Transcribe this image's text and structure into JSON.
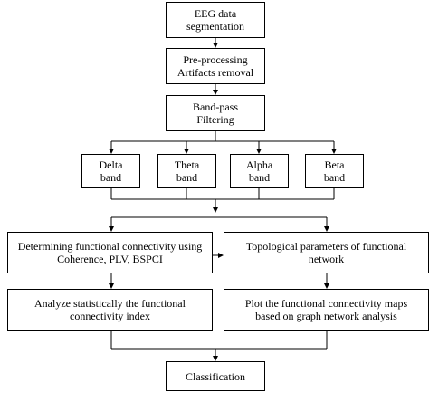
{
  "steps": {
    "segmentation": {
      "line1": "EEG data",
      "line2": "segmentation"
    },
    "preprocessing": {
      "line1": "Pre-processing",
      "line2": "Artifacts removal"
    },
    "filtering": {
      "line1": "Band-pass",
      "line2": "Filtering"
    },
    "bands": [
      {
        "line1": "Delta",
        "line2": "band"
      },
      {
        "line1": "Theta",
        "line2": "band"
      },
      {
        "line1": "Alpha",
        "line2": "band"
      },
      {
        "line1": "Beta",
        "line2": "band"
      }
    ],
    "connectivity": {
      "line1": "Determining functional connectivity using",
      "line2": "Coherence, PLV, BSPCI"
    },
    "topology": {
      "line1": "Topological parameters of functional",
      "line2": "network"
    },
    "statistics": {
      "line1": "Analyze statistically the functional",
      "line2": "connectivity index"
    },
    "maps": {
      "line1": "Plot the functional connectivity maps",
      "line2": "based on graph network analysis"
    },
    "classification": {
      "line1": "Classification"
    }
  }
}
